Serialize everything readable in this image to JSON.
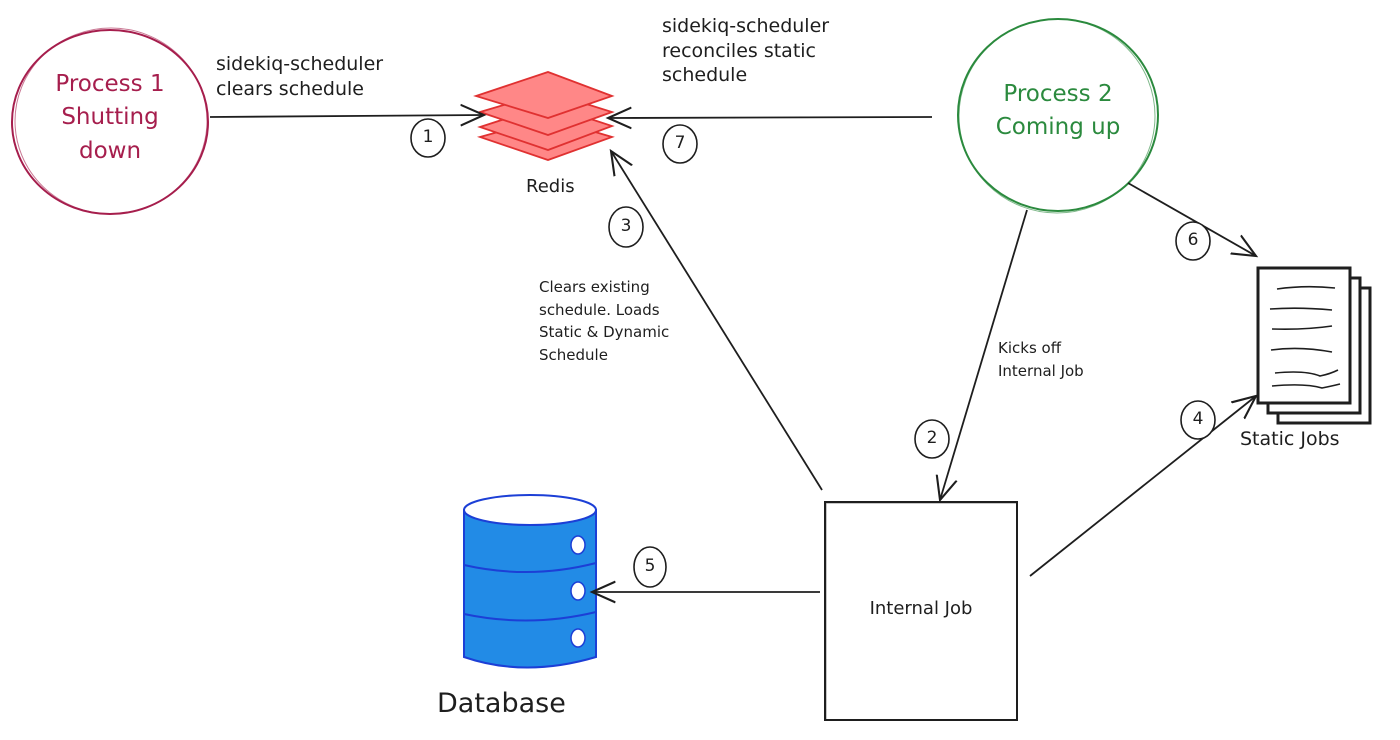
{
  "colors": {
    "process1": "#a61e4d",
    "process2": "#2b8a3e",
    "redis_fill": "#ff8787",
    "redis_stroke": "#e03131",
    "database_fill": "#228be6",
    "database_stroke": "#1c3fd6",
    "ink": "#1e1e1e"
  },
  "nodes": {
    "process1": {
      "label": "Process 1\nShutting\ndown",
      "shape": "circle"
    },
    "process2": {
      "label": "Process 2\nComing up",
      "shape": "circle"
    },
    "redis": {
      "label": "Redis",
      "icon": "stacked-layers-icon"
    },
    "static_jobs": {
      "label": "Static Jobs",
      "icon": "documents-stack-icon"
    },
    "database": {
      "label": "Database",
      "icon": "database-cylinder-icon"
    },
    "internal_job": {
      "label": "Internal Job",
      "shape": "rectangle"
    }
  },
  "edges": [
    {
      "step": "1",
      "from": "process1",
      "to": "redis",
      "label": "sidekiq-scheduler\nclears schedule"
    },
    {
      "step": "2",
      "from": "process2",
      "to": "internal_job",
      "label": "Kicks off\nInternal Job"
    },
    {
      "step": "3",
      "from": "internal_job",
      "to": "redis",
      "label": "Clears existing\nschedule. Loads\nStatic & Dynamic\nSchedule"
    },
    {
      "step": "4",
      "from": "internal_job",
      "to": "static_jobs",
      "label": ""
    },
    {
      "step": "5",
      "from": "internal_job",
      "to": "database",
      "label": ""
    },
    {
      "step": "6",
      "from": "process2",
      "to": "static_jobs",
      "label": ""
    },
    {
      "step": "7",
      "from": "process2",
      "to": "redis",
      "label": "sidekiq-scheduler\nreconciles static\nschedule"
    }
  ]
}
